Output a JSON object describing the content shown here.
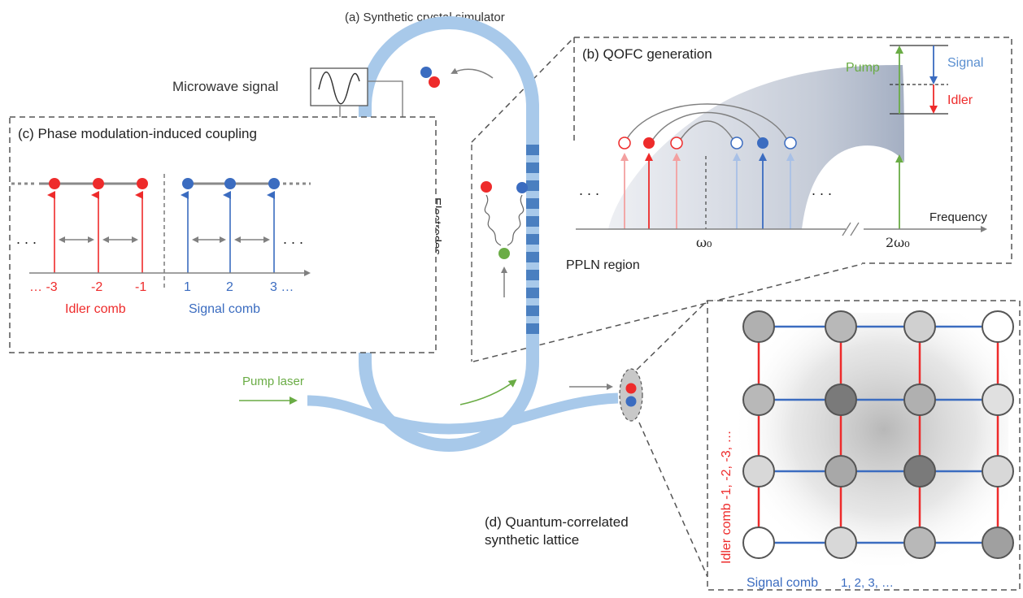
{
  "diagram": {
    "title_a": "(a) Synthetic crystal simulator",
    "microwave_label": "Microwave signal",
    "electrodes_label": "Electrodes",
    "ppln_label": "PPLN region",
    "pump_laser_label": "Pump laser",
    "panel_b": {
      "title": "(b) QOFC generation",
      "pump": "Pump",
      "signal": "Signal",
      "idler": "Idler",
      "frequency": "Frequency",
      "omega0": "ω₀",
      "two_omega0": "2ω₀",
      "ellipsis": ". . ."
    },
    "panel_c": {
      "title": "(c) Phase modulation-induced coupling",
      "ellipsis": ". . .",
      "idler_ticks": [
        "… -3",
        "-2",
        "-1"
      ],
      "signal_ticks": [
        "1",
        "2",
        "3 …"
      ],
      "idler_comb": "Idler comb",
      "signal_comb": "Signal comb"
    },
    "panel_d": {
      "title_line1": "(d) Quantum-correlated",
      "title_line2": "synthetic lattice",
      "idler_axis": "Idler comb  -1, -2, -3, …",
      "signal_axis": "Signal comb",
      "signal_axis_values": "1, 2, 3, …",
      "node_grays": [
        [
          "#b0b0b0",
          "#b8b8b8",
          "#d0d0d0",
          "#ffffff"
        ],
        [
          "#b8b8b8",
          "#7a7a7a",
          "#b0b0b0",
          "#e0e0e0"
        ],
        [
          "#d8d8d8",
          "#a8a8a8",
          "#7a7a7a",
          "#d8d8d8"
        ],
        [
          "#ffffff",
          "#d8d8d8",
          "#b8b8b8",
          "#a0a0a0"
        ]
      ]
    },
    "colors": {
      "idler": "#ee2b2b",
      "signal": "#3b6cc0",
      "pump": "#6aac45",
      "waveguide": "#a8c9ea",
      "ppln_dark": "#4a7fc0",
      "electrode": "#bcbcbc",
      "gray": "#7f7f7f"
    }
  }
}
